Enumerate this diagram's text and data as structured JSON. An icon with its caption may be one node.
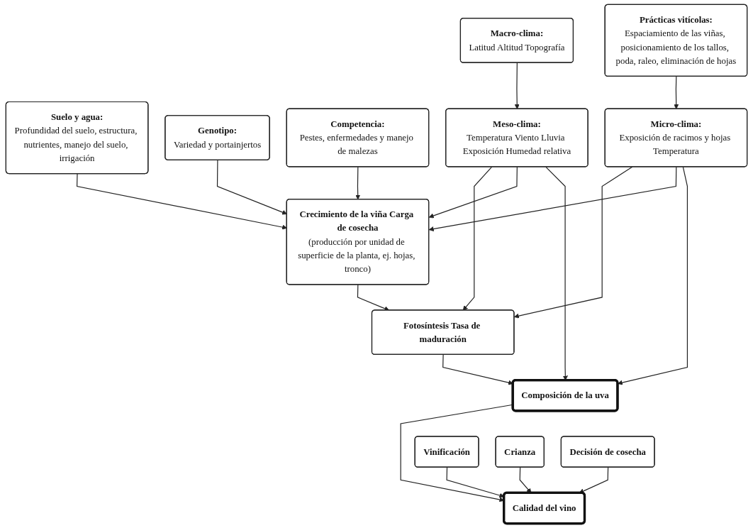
{
  "diagram": {
    "nodes": [
      {
        "text": [
          "Suelo y agua:",
          "Profundidad del suelo, estructura, nutrientes, manejo del suelo, irrigación"
        ]
      },
      {
        "text": [
          "Genotipo:",
          "Variedad y portainjertos"
        ]
      },
      {
        "text": [
          "Competencia:",
          "Pestes, enfermedades y manejo de malezas"
        ]
      },
      {
        "text": [
          "Macro-clima:",
          "Latitud Altitud Topografía"
        ]
      },
      {
        "text": [
          "Crecimiento de la viña Carga de cosecha",
          "(producción por unidad de superficie de la planta, ej. hojas, tronco)"
        ]
      },
      {
        "text": [
          "Prácticas vitícolas:",
          "Espaciamiento de las viñas, posicionamiento de los tallos, poda, raleo, eliminación de hojas"
        ]
      },
      {
        "text": [
          "Meso-clima:",
          "Temperatura Viento Lluvia Exposición Humedad relativa"
        ]
      },
      {
        "text": [
          "Fotosíntesis Tasa de maduración"
        ]
      },
      {
        "text": [
          "Micro-clima:",
          "Exposición de racimos y hojas Temperatura"
        ]
      },
      {
        "text": [
          "Composición de la uva"
        ]
      },
      {
        "text": [
          "Decisión de cosecha"
        ]
      },
      {
        "text": [
          "Vinificación"
        ]
      },
      {
        "text": [
          "Calidad del vino"
        ]
      },
      {
        "text": [
          "Crianza"
        ]
      }
    ],
    "edges": [
      {
        "from": 0,
        "to": 4,
        "arrow": "to"
      },
      {
        "from": 1,
        "to": 4,
        "arrow": "to"
      },
      {
        "from": 2,
        "to": 4,
        "arrow": "to"
      },
      {
        "from": 3,
        "to": 6,
        "arrow": "to"
      },
      {
        "from": 6,
        "to": 7,
        "arrow": "to"
      },
      {
        "from": 6,
        "to": 4,
        "arrow": "to"
      },
      {
        "from": 6,
        "to": 9,
        "arrow": "to"
      },
      {
        "from": 5,
        "to": 8,
        "arrow": "to"
      },
      {
        "from": 8,
        "to": 7,
        "arrow": "to"
      },
      {
        "from": 8,
        "to": 4,
        "arrow": "to"
      },
      {
        "from": 8,
        "to": 9,
        "arrow": "to"
      },
      {
        "from": 4,
        "to": 7,
        "arrow": "to"
      },
      {
        "from": 7,
        "to": 9,
        "arrow": "to"
      },
      {
        "from": 9,
        "to": 12,
        "arrow": "to"
      },
      {
        "from": 10,
        "to": 12,
        "arrow": "to"
      },
      {
        "from": 11,
        "to": 12,
        "arrow": "to"
      },
      {
        "from": 13,
        "to": 12,
        "arrow": "to"
      }
    ]
  }
}
